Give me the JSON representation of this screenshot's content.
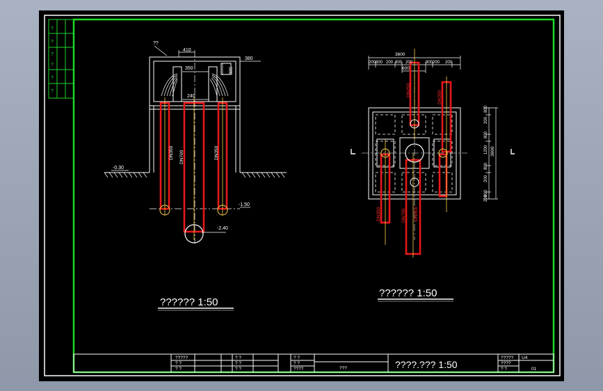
{
  "colors": {
    "background": "#000000",
    "outer_frame": "#ffffff",
    "inner_frame": "#1fd82a",
    "pipe": "#e81818",
    "pipe_centerline": "#ffd24a",
    "dimension": "#ffffff"
  },
  "left_view": {
    "title": "?????? 1:50",
    "label_top": "??",
    "dim_410": "410",
    "dim_380": "380",
    "dim_350": "350",
    "dim_500": "500",
    "dim_240_mid": "240",
    "pipe_a": "DN350",
    "pipe_b": "DN700",
    "pipe_c": "DN350",
    "ground_level": "-0.30",
    "pipe_level": "-1.50",
    "bottom_level": "-2.40"
  },
  "right_view": {
    "title": "?????? 1:50",
    "dim_total_top": "3600",
    "dims_top": [
      "200",
      "800",
      "200",
      "800",
      "200",
      "800",
      "200",
      "200"
    ],
    "dim_600": "600",
    "dims_right": [
      "800",
      "200",
      "800",
      "1200",
      "800",
      "200",
      "800",
      "200"
    ],
    "dim_total_right": "3600",
    "pipe_top_a": "DN250",
    "pipe_top_b": "DN350",
    "pipe_bottom_a": "DN350",
    "pipe_bottom_b": "DN700",
    "pipe_bottom_c": "DN350"
  },
  "title_block": {
    "drawing_title": "????.??? 1:50",
    "left_labels": [
      "?????",
      "? ?",
      "? ?"
    ],
    "mid_labels_1": [
      "? ?",
      "? ?",
      "? ?"
    ],
    "mid_labels_2": [
      "? ?",
      "? ?",
      "????"
    ],
    "center_label": "???",
    "right_labels": [
      "?????",
      "????",
      "? ?"
    ],
    "sheet_code": "U4",
    "sheet_no": "01"
  },
  "side_strip": {
    "labels": [
      "?",
      "?",
      "?",
      "?",
      "?",
      "?"
    ]
  }
}
